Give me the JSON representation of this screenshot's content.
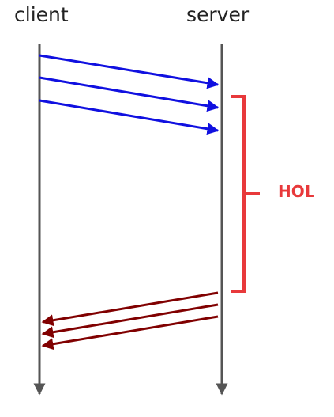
{
  "lifelines": {
    "client": {
      "label": "client"
    },
    "server": {
      "label": "server"
    }
  },
  "annotation": {
    "label": "HOL",
    "color": "#e8393b"
  },
  "colors": {
    "lifeline": "#555555",
    "request": "#1010e0",
    "response": "#800000",
    "bracket": "#e8393b"
  },
  "messages": {
    "requests": {
      "count": 3,
      "direction": "client-to-server"
    },
    "responses": {
      "count": 3,
      "direction": "server-to-client"
    }
  }
}
